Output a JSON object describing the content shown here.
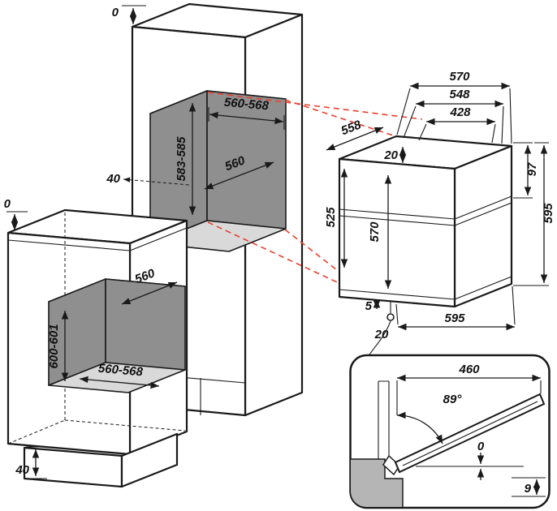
{
  "meta": {
    "title": "Built-in oven installation dimensions diagram"
  },
  "colors": {
    "line": "#1a1a1a",
    "red": "#e8402c",
    "niche_wall": "#8f8f8f",
    "niche_floor": "#d9d9d9",
    "niche_ceiling": "#b5b5b5",
    "plinth_section": "#b5b5b5"
  },
  "tall_unit": {
    "top_clearance": "0",
    "niche_width": "560-568",
    "niche_height": "583-585",
    "niche_depth": "560",
    "rear_clearance": "40"
  },
  "base_unit": {
    "top_clearance": "0",
    "niche_depth": "560",
    "niche_height": "600-601",
    "niche_width": "560-568",
    "plinth_clearance": "40"
  },
  "oven": {
    "overall_width": "570",
    "body_width": "548",
    "inner_width": "428",
    "depth": "558",
    "top_inset": "20",
    "panel_height": "97",
    "overall_height": "595",
    "body_depth": "525",
    "front_height": "570",
    "bottom_offset": "5",
    "overall_width_bottom": "595",
    "detail_callout": "20"
  },
  "door_detail": {
    "door_width": "460",
    "opening_angle": "89°",
    "flush_offset": "0",
    "floor_clearance": "9"
  }
}
